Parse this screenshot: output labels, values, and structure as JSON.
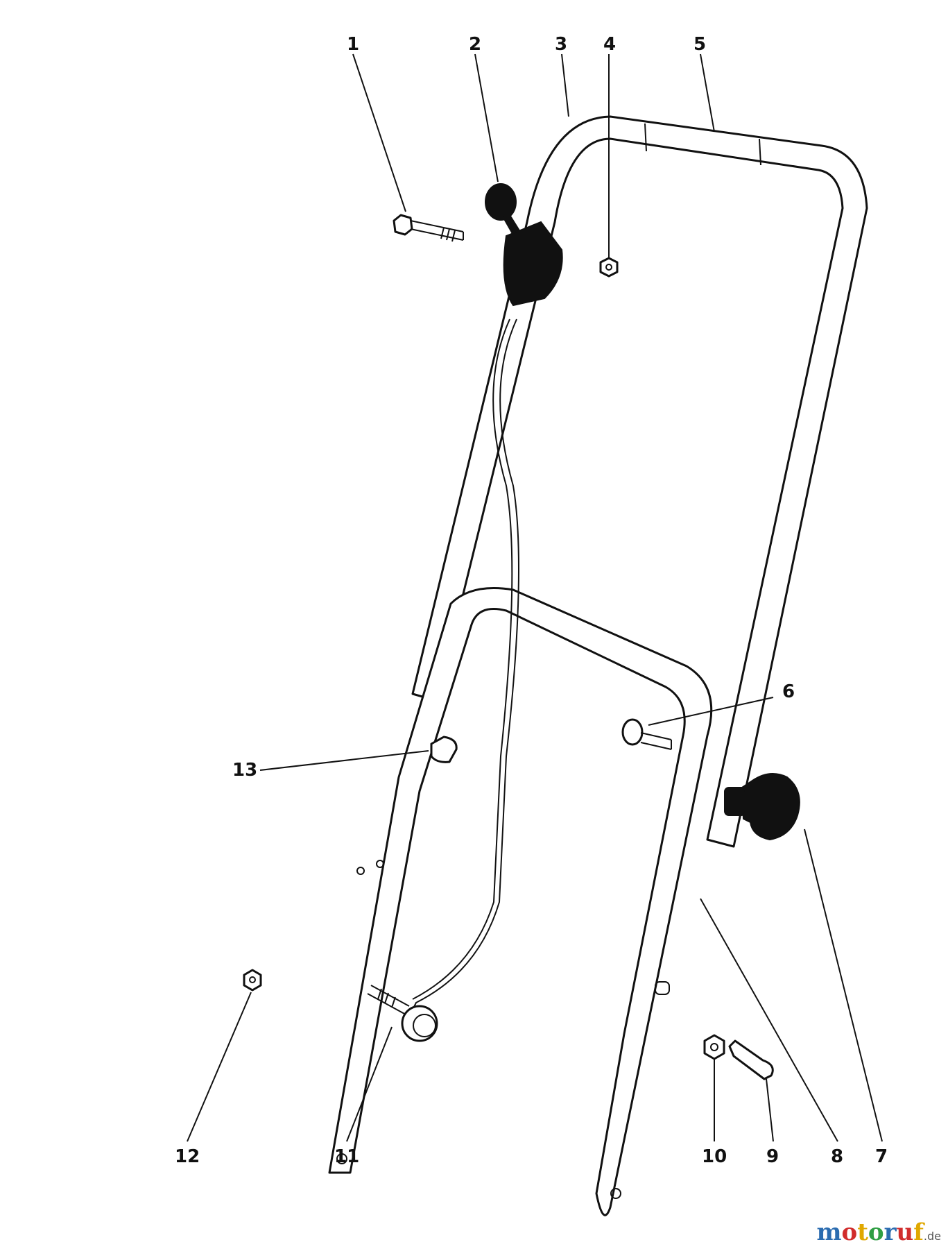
{
  "part_labels": [
    "1",
    "2",
    "3",
    "4",
    "5",
    "6",
    "7",
    "8",
    "9",
    "10",
    "11",
    "12",
    "13"
  ],
  "watermark": {
    "text": "motoruf",
    "tld": ".de",
    "colors": [
      "#2b6cb0",
      "#d12c2c",
      "#e0a800",
      "#2f9e44"
    ]
  }
}
